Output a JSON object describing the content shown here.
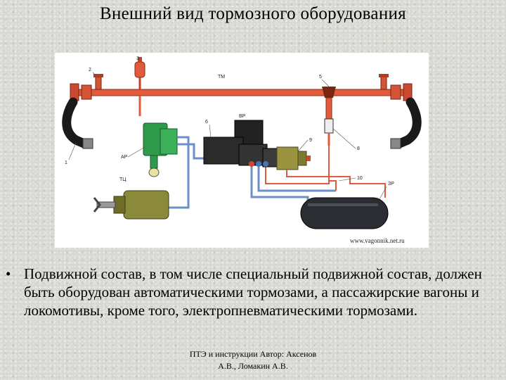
{
  "title": "Внешний вид тормозного оборудования",
  "diagram": {
    "labels": {
      "n1": "1",
      "n2": "2",
      "n3": "3",
      "n5": "5",
      "n6": "6",
      "n8": "8",
      "n9": "9",
      "n10": "10",
      "tm": "ТМ",
      "vr": "ВР",
      "ap": "АР",
      "tc": "ТЦ",
      "zr": "ЗР"
    },
    "watermark": "www.vagonnik.net.ru",
    "colors": {
      "main_pipe": "#e05a3c",
      "hose": "#1a1a1a",
      "valve_green": "#2f9a4a",
      "cylinder": "#8b8a3a",
      "reservoir": "#2a2e33",
      "blue_pipe": "#6b8fc7"
    }
  },
  "bullet": {
    "mark": "•",
    "text": "Подвижной состав, в том числе специальный подвижной состав, должен быть оборудован автоматическими тормозами, а пассажирские вагоны и локомотивы, кроме того, электропневматическими тормозами."
  },
  "footer": {
    "line1": "ПТЭ и инструкции Автор: Аксенов",
    "line2": "А.В., Ломакин А.В."
  }
}
